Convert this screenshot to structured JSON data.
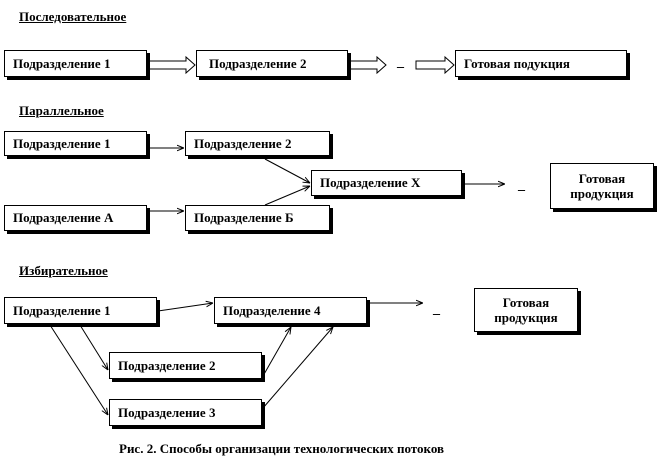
{
  "sections": {
    "sequential": {
      "title": "Последовательное",
      "unit1": "Подразделение 1",
      "unit2": "Подразделение 2",
      "ellipsis": "_",
      "product": "Готовая подукция"
    },
    "parallel": {
      "title": "Параллельное",
      "unit1": "Подразделение 1",
      "unit2": "Подразделение 2",
      "unitA": "Подразделение А",
      "unitB": "Подразделение Б",
      "unitX": "Подразделение Х",
      "ellipsis": "_",
      "product": "Готовая продукция"
    },
    "selective": {
      "title": "Избирательное",
      "unit1": "Подразделение 1",
      "unit4": "Подразделение 4",
      "unit2": "Подразделение 2",
      "unit3": "Подразделение 3",
      "ellipsis": "_",
      "product": "Готовая продукция"
    }
  },
  "caption": "Рис. 2. Способы организации технологических потоков",
  "colors": {
    "line": "#000000",
    "background": "#ffffff"
  }
}
